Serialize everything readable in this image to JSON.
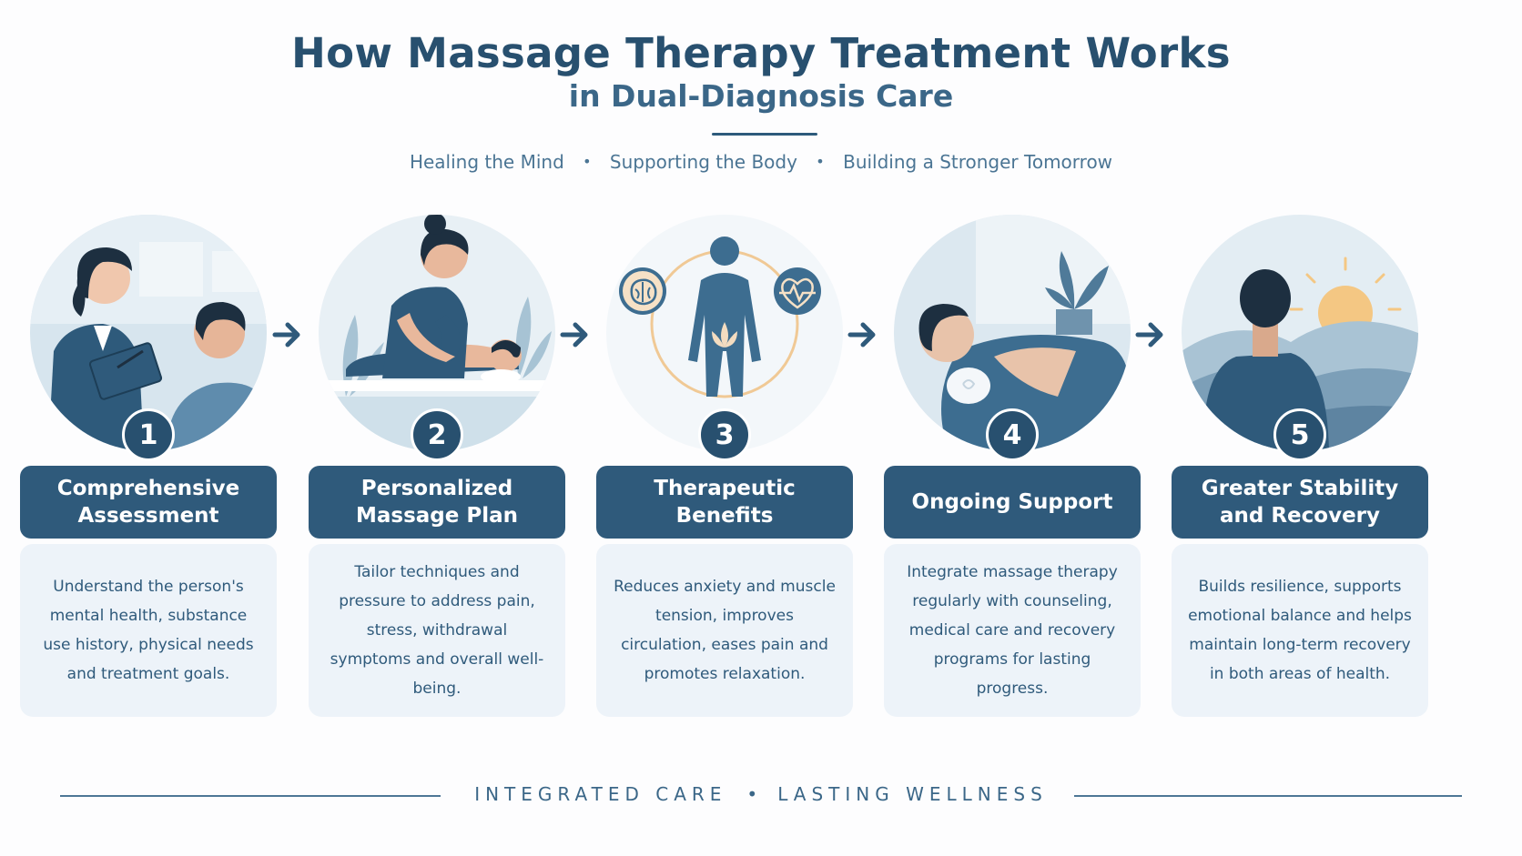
{
  "header": {
    "title": "How Massage Therapy Treatment Works",
    "subtitle": "in Dual-Diagnosis Care",
    "tagline": [
      "Healing the Mind",
      "Supporting the Body",
      "Building a Stronger Tomorrow"
    ],
    "tagline_separator": "•"
  },
  "steps": [
    {
      "number": "1",
      "title": "Comprehensive Assessment",
      "body": "Understand the person's mental health, substance use history, physical needs and treatment goals."
    },
    {
      "number": "2",
      "title": "Personalized Massage Plan",
      "body": "Tailor techniques and pressure to address pain, stress, withdrawal symptoms and overall well-being."
    },
    {
      "number": "3",
      "title": "Therapeutic Benefits",
      "body": "Reduces anxiety and muscle tension, improves circulation, eases pain and promotes relaxation."
    },
    {
      "number": "4",
      "title": "Ongoing Support",
      "body": "Integrate massage therapy regularly with counseling, medical care and recovery programs for lasting progress."
    },
    {
      "number": "5",
      "title": "Greater Stability and Recovery",
      "body": "Builds resilience, supports emotional balance and helps maintain long-term recovery in both areas of health."
    }
  ],
  "footer": {
    "left": "INTEGRATED CARE",
    "separator": "•",
    "right": "LASTING WELLNESS"
  },
  "icons": [
    "arrow-right-icon",
    "brain-icon",
    "heart-pulse-icon",
    "lotus-icon",
    "sun-icon",
    "plant-icon"
  ],
  "colors": {
    "primary": "#2f5a7b",
    "title": "#28506f",
    "card_bg": "#edf3f9",
    "accent_sun": "#f4c783",
    "page_bg": "#fdfdfe"
  }
}
